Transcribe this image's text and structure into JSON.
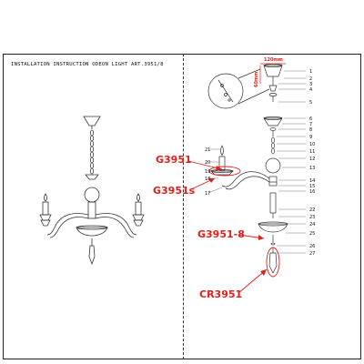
{
  "document": {
    "title": "INSTALLATION INSTRUCTION ODEON LIGHT ART.3951/8"
  },
  "labels": {
    "g3951": "G3951",
    "g3951s": "G3951s",
    "g3951_8": "G3951-8",
    "cr3951": "CR3951"
  },
  "dimensions": {
    "width": "120mm",
    "height": "60mm"
  },
  "part_numbers": [
    "1",
    "2",
    "3",
    "4",
    "5",
    "6",
    "7",
    "8",
    "9",
    "10",
    "11",
    "12",
    "13",
    "14",
    "15",
    "16",
    "17",
    "18",
    "19",
    "20",
    "21",
    "22",
    "23",
    "24",
    "25",
    "26",
    "27"
  ],
  "colors": {
    "accent": "#e0201c",
    "line": "#222222"
  }
}
